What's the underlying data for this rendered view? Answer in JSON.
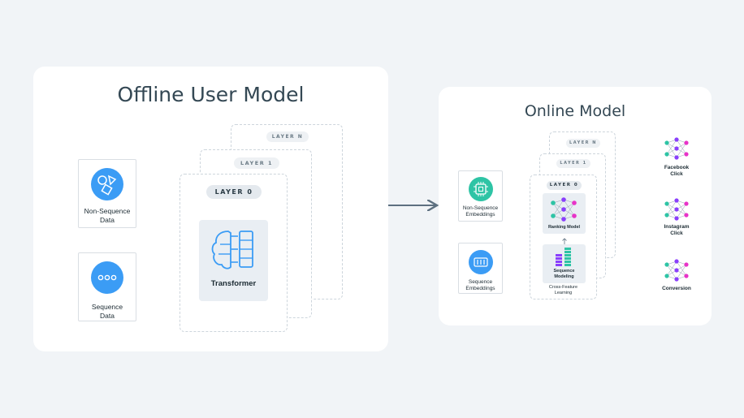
{
  "offline": {
    "title": "Offline User Model",
    "layers": {
      "n": "LAYER N",
      "one": "LAYER 1",
      "zero": "LAYER 0"
    },
    "inputs": [
      {
        "line1": "Non-Sequence",
        "line2": "Data",
        "icon": "shapes-icon"
      },
      {
        "line1": "Sequence",
        "line2": "Data",
        "icon": "dots-icon"
      }
    ],
    "block_label": "Transformer"
  },
  "online": {
    "title": "Online Model",
    "layers": {
      "n": "LAYER N",
      "one": "LAYER 1",
      "zero": "LAYER 0"
    },
    "inputs": [
      {
        "line1": "Non-Sequence",
        "line2": "Embeddings",
        "icon": "chip-icon"
      },
      {
        "line1": "Sequence",
        "line2": "Embeddings",
        "icon": "sequence-bars-icon"
      }
    ],
    "ranking_label": "Ranking Model",
    "seq_line1": "Sequence",
    "seq_line2": "Modeling",
    "cross_line1": "Cross-Feature",
    "cross_line2": "Learning",
    "outputs": [
      {
        "line1": "Facebook",
        "line2": "Click"
      },
      {
        "line1": "Instagram",
        "line2": "Click"
      },
      {
        "line1": "Conversion",
        "line2": ""
      }
    ]
  },
  "colors": {
    "background": "#f1f4f7",
    "blue": "#3b9cf5",
    "teal": "#2ec4a5",
    "purple": "#8a3ffc",
    "magenta": "#e833c8",
    "arrow": "#5d7080"
  }
}
